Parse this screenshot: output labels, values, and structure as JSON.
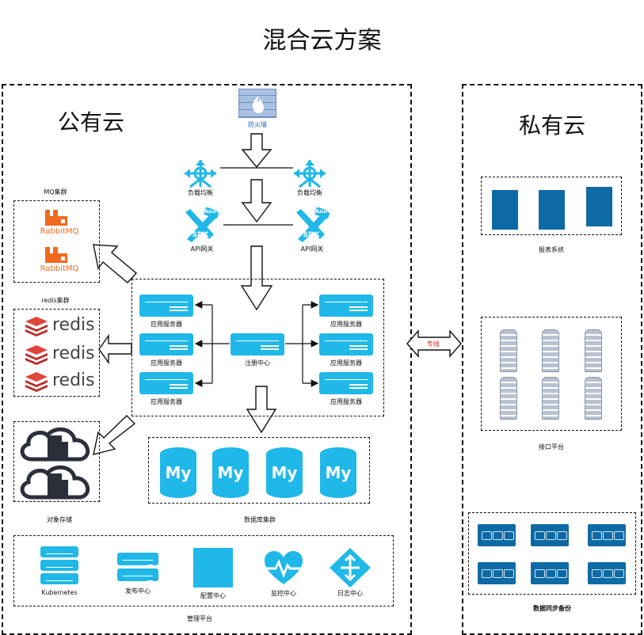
{
  "title": "混合云方案",
  "public_cloud": {
    "label": "公有云",
    "firewall": "防火墙",
    "load_balancer": [
      "负载均衡",
      "负载均衡"
    ],
    "api_gateway": [
      "API网关",
      "API网关"
    ],
    "sdk_text": "SDK",
    "azure_text": "Azure",
    "mq_cluster": {
      "label": "MQ集群",
      "items": [
        "RabbitMQ",
        "RabbitMQ"
      ]
    },
    "redis_cluster": {
      "label": "redis集群",
      "items": [
        "redis",
        "redis",
        "redis"
      ]
    },
    "app_servers": [
      "应用服务器",
      "应用服务器",
      "应用服务器",
      "应用服务器",
      "应用服务器",
      "应用服务器"
    ],
    "registry": "注册中心",
    "object_storage": "对象存储",
    "db_cluster": {
      "label": "数据库集群",
      "item": "My"
    },
    "management": {
      "label": "管理平台",
      "items": [
        "Kubernetes",
        "发布中心",
        "配置中心",
        "监控中心",
        "日志中心"
      ]
    }
  },
  "link_label": "专线",
  "private_cloud": {
    "label": "私有云",
    "report_system": "报表系统",
    "api_platform": "接口平台",
    "data_backup": "数据同步备份"
  },
  "colors": {
    "accent": "#1fb8e8",
    "dark_blue": "#0e6aa5",
    "rabbit": "#f06a1d",
    "redis": "#c9302c",
    "link_text": "#e02020"
  }
}
